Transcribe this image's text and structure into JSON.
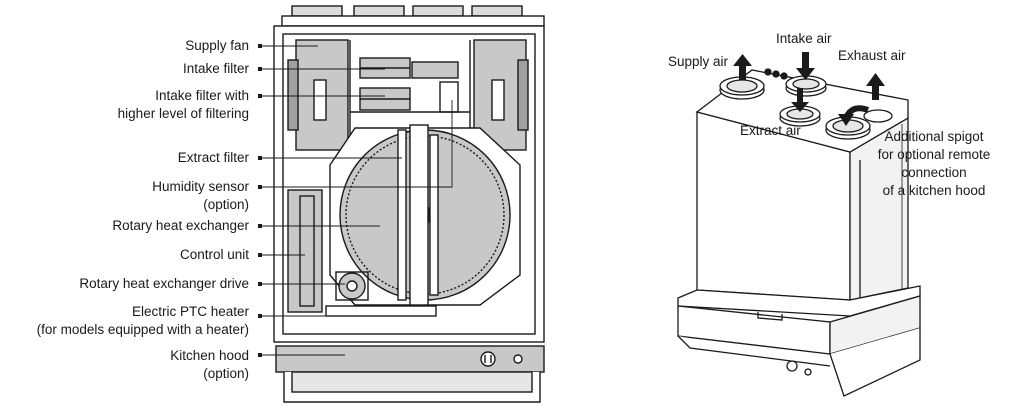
{
  "left_labels": {
    "supply_fan": "Supply fan",
    "intake_filter": "Intake filter",
    "intake_filter_high_1": "Intake filter with",
    "intake_filter_high_2": "higher level of filtering",
    "extract_filter": "Extract filter",
    "humidity_sensor_1": "Humidity sensor",
    "humidity_sensor_2": "(option)",
    "rotary_heat_exchanger": "Rotary heat exchanger",
    "control_unit": "Control unit",
    "rotary_drive": "Rotary heat exchanger drive",
    "ptc_heater_1": "Electric PTC heater",
    "ptc_heater_2": "(for models equipped with a heater)",
    "kitchen_hood_1": "Kitchen hood",
    "kitchen_hood_2": "(option)"
  },
  "right_labels": {
    "supply_air": "Supply air",
    "intake_air": "Intake air",
    "exhaust_air": "Exhaust air",
    "extract_air": "Extract air",
    "spigot_1": "Additional spigot",
    "spigot_2": "for optional remote",
    "spigot_3": "connection",
    "spigot_4": "of a kitchen hood"
  },
  "colors": {
    "line": "#1a1a1a",
    "component_fill": "#c8c8c8",
    "component_dark": "#a0a0a0",
    "housing_fill": "#ffffff",
    "background": "#ffffff"
  }
}
